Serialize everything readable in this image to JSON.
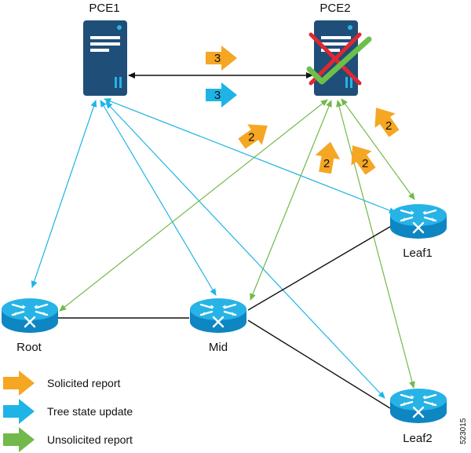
{
  "nodes": {
    "pce1": {
      "label": "PCE1"
    },
    "pce2": {
      "label": "PCE2"
    },
    "root": {
      "label": "Root"
    },
    "mid": {
      "label": "Mid"
    },
    "leaf1": {
      "label": "Leaf1"
    },
    "leaf2": {
      "label": "Leaf2"
    }
  },
  "step_arrows": {
    "solicited_top": "3",
    "tree_update": "3",
    "solicited_a": "2",
    "solicited_b": "2",
    "solicited_c": "2",
    "solicited_d": "2"
  },
  "legend": {
    "solicited": "Solicited report",
    "tree_state": "Tree state update",
    "unsolicited": "Unsolicited report"
  },
  "figure_id": "523015",
  "colors": {
    "server": "#1f4e79",
    "router": "#1ba0d7",
    "solicited": "#f5a623",
    "tree_state": "#1eb4e6",
    "unsolicited": "#72b84a",
    "failure_x": "#e0282e",
    "recovered_check": "#6cc04a"
  }
}
